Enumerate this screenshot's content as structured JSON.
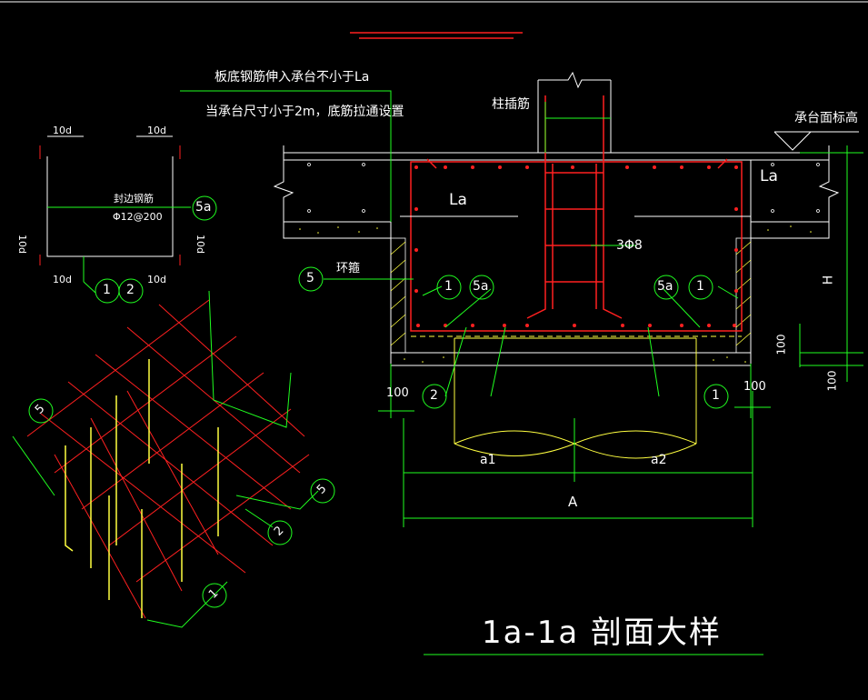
{
  "title": "1a-1a 剖面大样",
  "colors": {
    "background": "#000000",
    "concrete": "#ffffff",
    "rebar": "#ff2020",
    "stirrup": "#ff2020",
    "dimension": "#20ff20",
    "pile": "#ffff40",
    "text": "#ffffff",
    "hatch": "#ffff40"
  },
  "notes": {
    "slab_bar": "板底钢筋伸入承台不小于La",
    "slab_bar_2": "当承台尺寸小于2m，底筋拉通设置",
    "column_dowel": "柱插筋",
    "cap_top_level": "承台面标高",
    "ring_stirrup": "环箍",
    "stirrup_spec": "3Φ8",
    "closing_bar": "封边钢筋",
    "closing_bar_spec": "Φ12@200"
  },
  "dims": {
    "la_left": "La",
    "la_right": "La",
    "h": "H",
    "d100_a": "100",
    "d100_b": "100",
    "d100_c": "100",
    "d100_d": "100",
    "a1": "a1",
    "a2": "a2",
    "a": "A",
    "ten_d_tl": "10d",
    "ten_d_tr": "10d",
    "ten_d_bl": "10d",
    "ten_d_br": "10d",
    "ten_d_l": "10d",
    "ten_d_r": "10d"
  },
  "callouts": {
    "c5": "5",
    "c1_left": "1",
    "c5a_left": "5a",
    "c5a_right": "5a",
    "c1_right": "1",
    "c2_bottom": "2",
    "c1_bottom": "1",
    "c5a_detail": "5a",
    "c1_detail": "1",
    "c2_detail": "2",
    "c5_iso": "5",
    "c5_iso2": "5",
    "c2_iso": "2",
    "c1_iso": "1"
  }
}
